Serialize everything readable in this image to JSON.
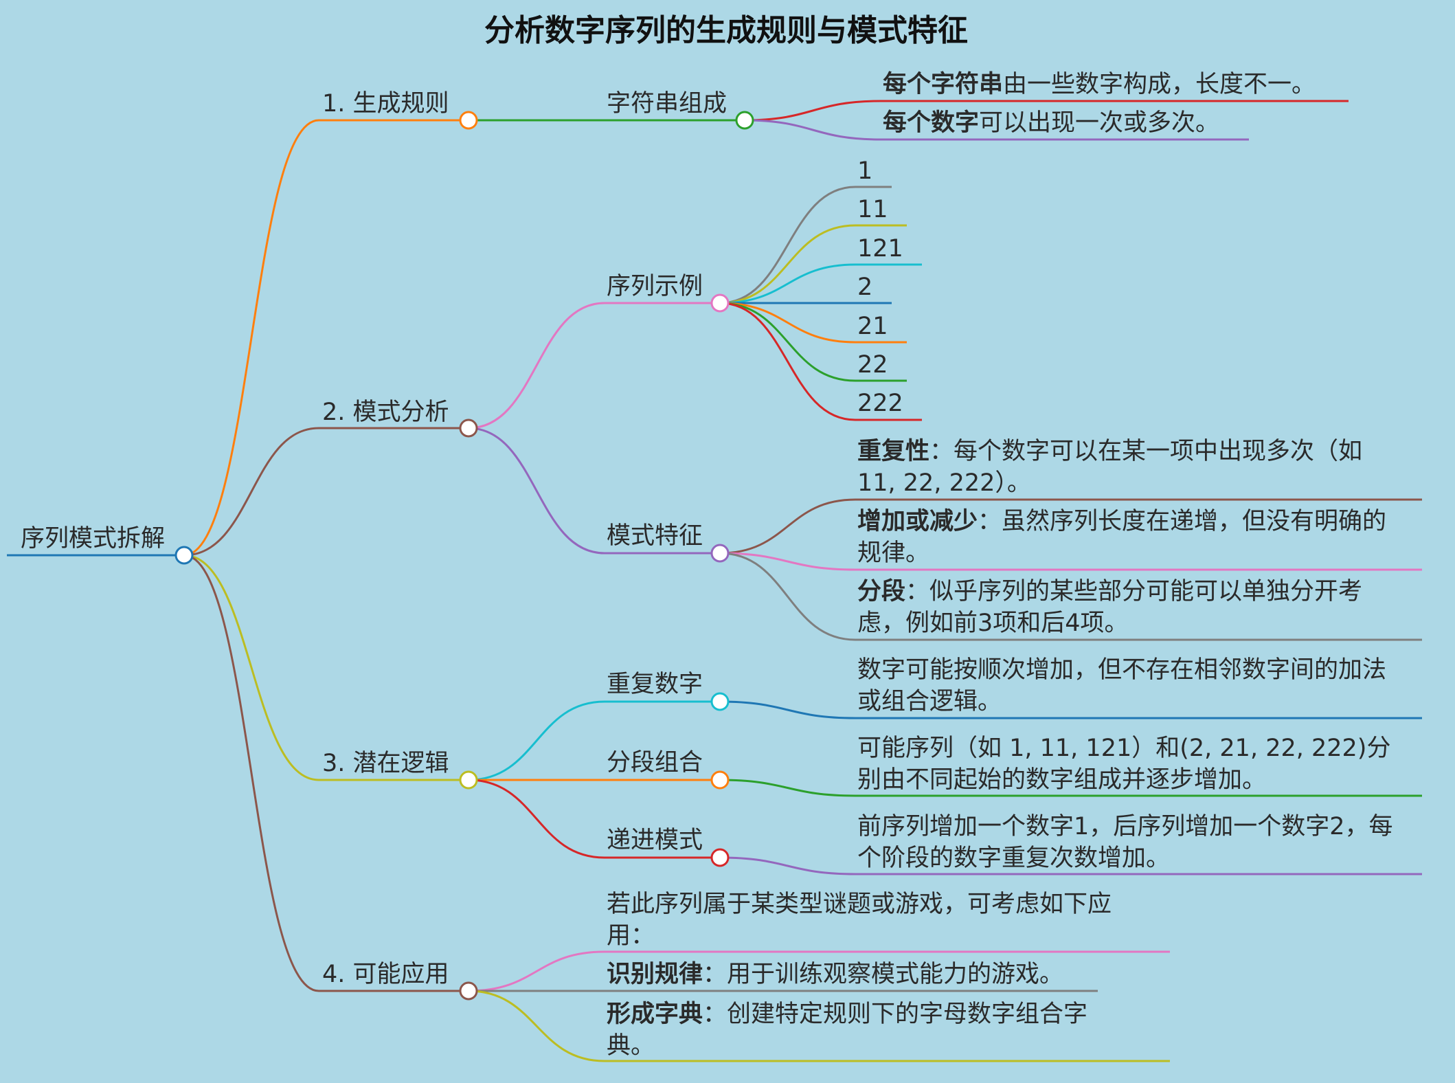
{
  "title": "分析数字序列的生成规则与模式特征",
  "root": {
    "label": "序列模式拆解",
    "color": "#1f77b4"
  },
  "branches": [
    {
      "label": "1. 生成规则",
      "color": "#ff7f0e",
      "children": [
        {
          "label": "字符串组成",
          "color": "#2ca02c",
          "leaves": [
            {
              "bold": "每个字符串",
              "text": "由一些数字构成，长度不一。",
              "color": "#d62728"
            },
            {
              "bold": "每个数字",
              "text": "可以出现一次或多次。",
              "color": "#9467bd"
            }
          ]
        }
      ]
    },
    {
      "label": "2. 模式分析",
      "color": "#8c564b",
      "children": [
        {
          "label": "序列示例",
          "color": "#e377c2",
          "leaves": [
            {
              "text": "1",
              "color": "#7f7f7f"
            },
            {
              "text": "11",
              "color": "#bcbd22"
            },
            {
              "text": "121",
              "color": "#17becf"
            },
            {
              "text": "2",
              "color": "#1f77b4"
            },
            {
              "text": "21",
              "color": "#ff7f0e"
            },
            {
              "text": "22",
              "color": "#2ca02c"
            },
            {
              "text": "222",
              "color": "#d62728"
            }
          ]
        },
        {
          "label": "模式特征",
          "color": "#9467bd",
          "leaves": [
            {
              "bold": "重复性",
              "text": "：每个数字可以在某一项中出现多次（如11, 22, 222）。",
              "color": "#8c564b"
            },
            {
              "bold": "增加或减少",
              "text": "：虽然序列长度在递增，但没有明确的规律。",
              "color": "#e377c2"
            },
            {
              "bold": "分段",
              "text": "：似乎序列的某些部分可能可以单独分开考虑，例如前3项和后4项。",
              "color": "#7f7f7f"
            }
          ]
        }
      ]
    },
    {
      "label": "3. 潜在逻辑",
      "color": "#bcbd22",
      "children": [
        {
          "label": "重复数字",
          "color": "#17becf",
          "leaves": [
            {
              "text": "数字可能按顺次增加，但不存在相邻数字间的加法或组合逻辑。",
              "color": "#1f77b4"
            }
          ]
        },
        {
          "label": "分段组合",
          "color": "#ff7f0e",
          "leaves": [
            {
              "text": "可能序列（如 1, 11, 121）和(2, 21, 22, 222)分别由不同起始的数字组成并逐步增加。",
              "color": "#2ca02c"
            }
          ]
        },
        {
          "label": "递进模式",
          "color": "#d62728",
          "leaves": [
            {
              "text": "前序列增加一个数字1，后序列增加一个数字2，每个阶段的数字重复次数增加。",
              "color": "#9467bd"
            }
          ]
        }
      ]
    },
    {
      "label": "4. 可能应用",
      "color": "#8c564b",
      "children": [
        {
          "text": "若此序列属于某类型谜题或游戏，可考虑如下应用：",
          "color": "#e377c2"
        },
        {
          "bold": "识别规律",
          "text": "：用于训练观察模式能力的游戏。",
          "color": "#7f7f7f"
        },
        {
          "bold": "形成字典",
          "text": "：创建特定规则下的字母数字组合字典。",
          "color": "#bcbd22"
        }
      ]
    }
  ]
}
